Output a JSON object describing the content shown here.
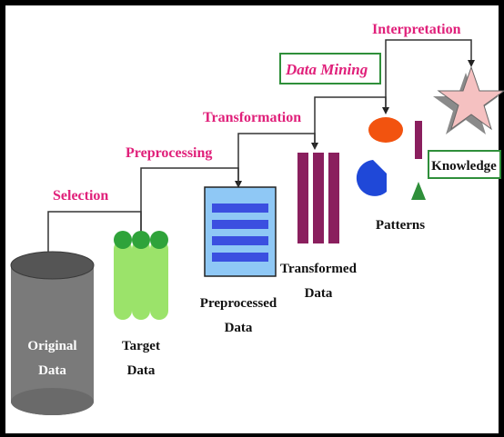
{
  "steps": {
    "selection": "Selection",
    "preprocessing": "Preprocessing",
    "transformation": "Transformation",
    "data_mining": "Data Mining",
    "interpretation": "Interpretation"
  },
  "stores": {
    "original_line1": "Original",
    "original_line2": "Data",
    "target_line1": "Target",
    "target_line2": "Data",
    "preprocessed_line1": "Preprocessed",
    "preprocessed_line2": "Data",
    "transformed_line1": "Transformed",
    "transformed_line2": "Data",
    "patterns": "Patterns",
    "knowledge": "Knowledge"
  },
  "colors": {
    "label_pink": "#e0207a",
    "cylinder_grey": "#7a7a7a",
    "target_green": "#9be36a",
    "preprocessed_blue": "#3b4fe0",
    "transformed_purple": "#8a1f5e",
    "box_green": "#2f8f3a"
  }
}
